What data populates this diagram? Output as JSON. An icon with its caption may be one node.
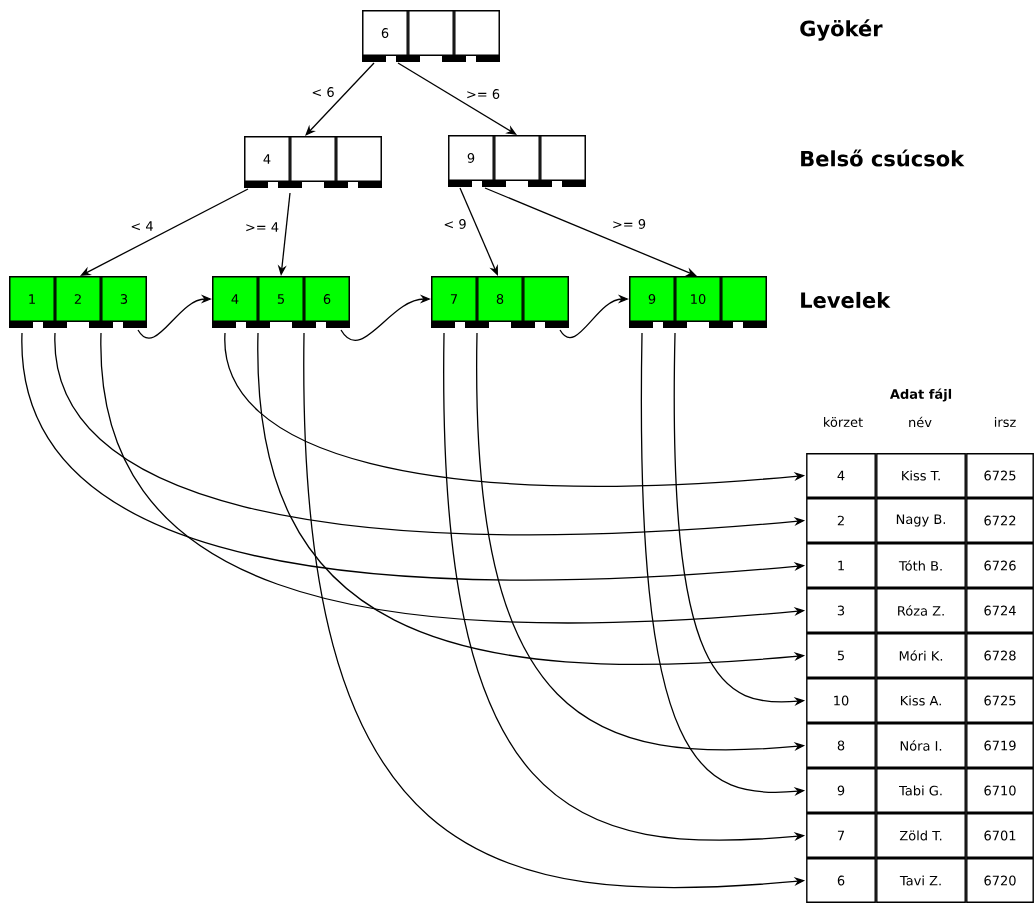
{
  "diagram": {
    "nodes": [
      {
        "text": [],
        "shape": "box"
      },
      {
        "text": [
          "6"
        ],
        "in": 0
      },
      {
        "text": [],
        "shape": "box",
        "in": 0
      },
      {
        "text": [],
        "shape": "box",
        "in": 0
      },
      {
        "text": [],
        "shape": "box"
      },
      {
        "text": [
          "4"
        ],
        "in": 4
      },
      {
        "text": [],
        "shape": "box",
        "in": 4
      },
      {
        "text": [],
        "shape": "box",
        "in": 4
      },
      {
        "text": [],
        "shape": "box"
      },
      {
        "text": [
          "9"
        ],
        "in": 8
      },
      {
        "text": [],
        "shape": "box",
        "in": 8
      },
      {
        "text": [],
        "shape": "box",
        "in": 8
      },
      {
        "text": [],
        "shape": "box"
      },
      {
        "text": [
          "1"
        ],
        "in": 12
      },
      {
        "text": [
          "2"
        ],
        "in": 12
      },
      {
        "text": [
          "3"
        ],
        "in": 12
      },
      {
        "text": [],
        "shape": "box"
      },
      {
        "text": [
          "4"
        ],
        "in": 16
      },
      {
        "text": [
          "5"
        ],
        "in": 16
      },
      {
        "text": [
          "6"
        ],
        "in": 16
      },
      {
        "text": [],
        "shape": "box"
      },
      {
        "text": [
          "7"
        ],
        "in": 20
      },
      {
        "text": [
          "8"
        ],
        "in": 20
      },
      {
        "text": [],
        "shape": "box",
        "in": 20
      },
      {
        "text": [],
        "shape": "box"
      },
      {
        "text": [
          "9"
        ],
        "in": 24
      },
      {
        "text": [
          "10"
        ],
        "in": 24
      },
      {
        "text": [],
        "shape": "box",
        "in": 24
      },
      {
        "text": [
          "4"
        ]
      },
      {
        "text": [
          "Kiss T."
        ]
      },
      {
        "text": [
          "6725"
        ]
      },
      {
        "text": [
          "2"
        ]
      },
      {
        "text": [
          "Nagy B."
        ]
      },
      {
        "text": [
          "6722"
        ]
      },
      {
        "text": [
          "1"
        ]
      },
      {
        "text": [
          "Tóth B."
        ]
      },
      {
        "text": [
          "6726"
        ]
      },
      {
        "text": [
          "3"
        ]
      },
      {
        "text": [
          "Róza Z."
        ]
      },
      {
        "text": [
          "6724"
        ]
      },
      {
        "text": [
          "5"
        ]
      },
      {
        "text": [
          "Móri K."
        ]
      },
      {
        "text": [
          "6728"
        ]
      },
      {
        "text": [
          "10"
        ]
      },
      {
        "text": [
          "Kiss A."
        ]
      },
      {
        "text": [
          "6725"
        ]
      },
      {
        "text": [
          "8"
        ]
      },
      {
        "text": [
          "Nóra I."
        ]
      },
      {
        "text": [
          "6719"
        ]
      },
      {
        "text": [
          "9"
        ]
      },
      {
        "text": [
          "Tabi G."
        ]
      },
      {
        "text": [
          "6710"
        ]
      },
      {
        "text": [
          "7"
        ]
      },
      {
        "text": [
          "Zöld T."
        ]
      },
      {
        "text": [
          "6701"
        ]
      },
      {
        "text": [
          "6"
        ]
      },
      {
        "text": [
          "Tavi Z."
        ]
      },
      {
        "text": [
          "6720"
        ]
      }
    ],
    "edges": [
      {
        "from": 0,
        "to": 4,
        "arrow": "to",
        "label": "< 6"
      },
      {
        "from": 0,
        "to": 8,
        "arrow": "to",
        "label": ">= 6"
      },
      {
        "from": 4,
        "to": 12,
        "arrow": "to",
        "label": "< 4"
      },
      {
        "from": 4,
        "to": 16,
        "arrow": "to",
        "label": ">= 4"
      },
      {
        "from": 8,
        "to": 20,
        "arrow": "to",
        "label": "< 9"
      },
      {
        "from": 8,
        "to": 24,
        "arrow": "to",
        "label": ">= 9"
      },
      {
        "from": 12,
        "to": 16,
        "arrow": "to"
      },
      {
        "from": 16,
        "to": 20,
        "arrow": "to"
      },
      {
        "from": 20,
        "to": 24,
        "arrow": "to"
      },
      {
        "from": 13,
        "to": 34,
        "arrow": "to"
      },
      {
        "from": 14,
        "to": 31,
        "arrow": "to"
      },
      {
        "from": 15,
        "to": 37,
        "arrow": "to"
      },
      {
        "from": 17,
        "to": 28,
        "arrow": "to"
      },
      {
        "from": 18,
        "to": 40,
        "arrow": "to"
      },
      {
        "from": 19,
        "to": 55,
        "arrow": "to"
      },
      {
        "from": 21,
        "to": 52,
        "arrow": "to"
      },
      {
        "from": 22,
        "to": 46,
        "arrow": "to"
      },
      {
        "from": 25,
        "to": 49,
        "arrow": "to"
      },
      {
        "from": 26,
        "to": 43,
        "arrow": "to"
      }
    ],
    "labels": [
      "Gyökér",
      "Belső csúcsok",
      "Levelek",
      "Adat fájl",
      "körzet",
      "név",
      "irsz"
    ]
  }
}
